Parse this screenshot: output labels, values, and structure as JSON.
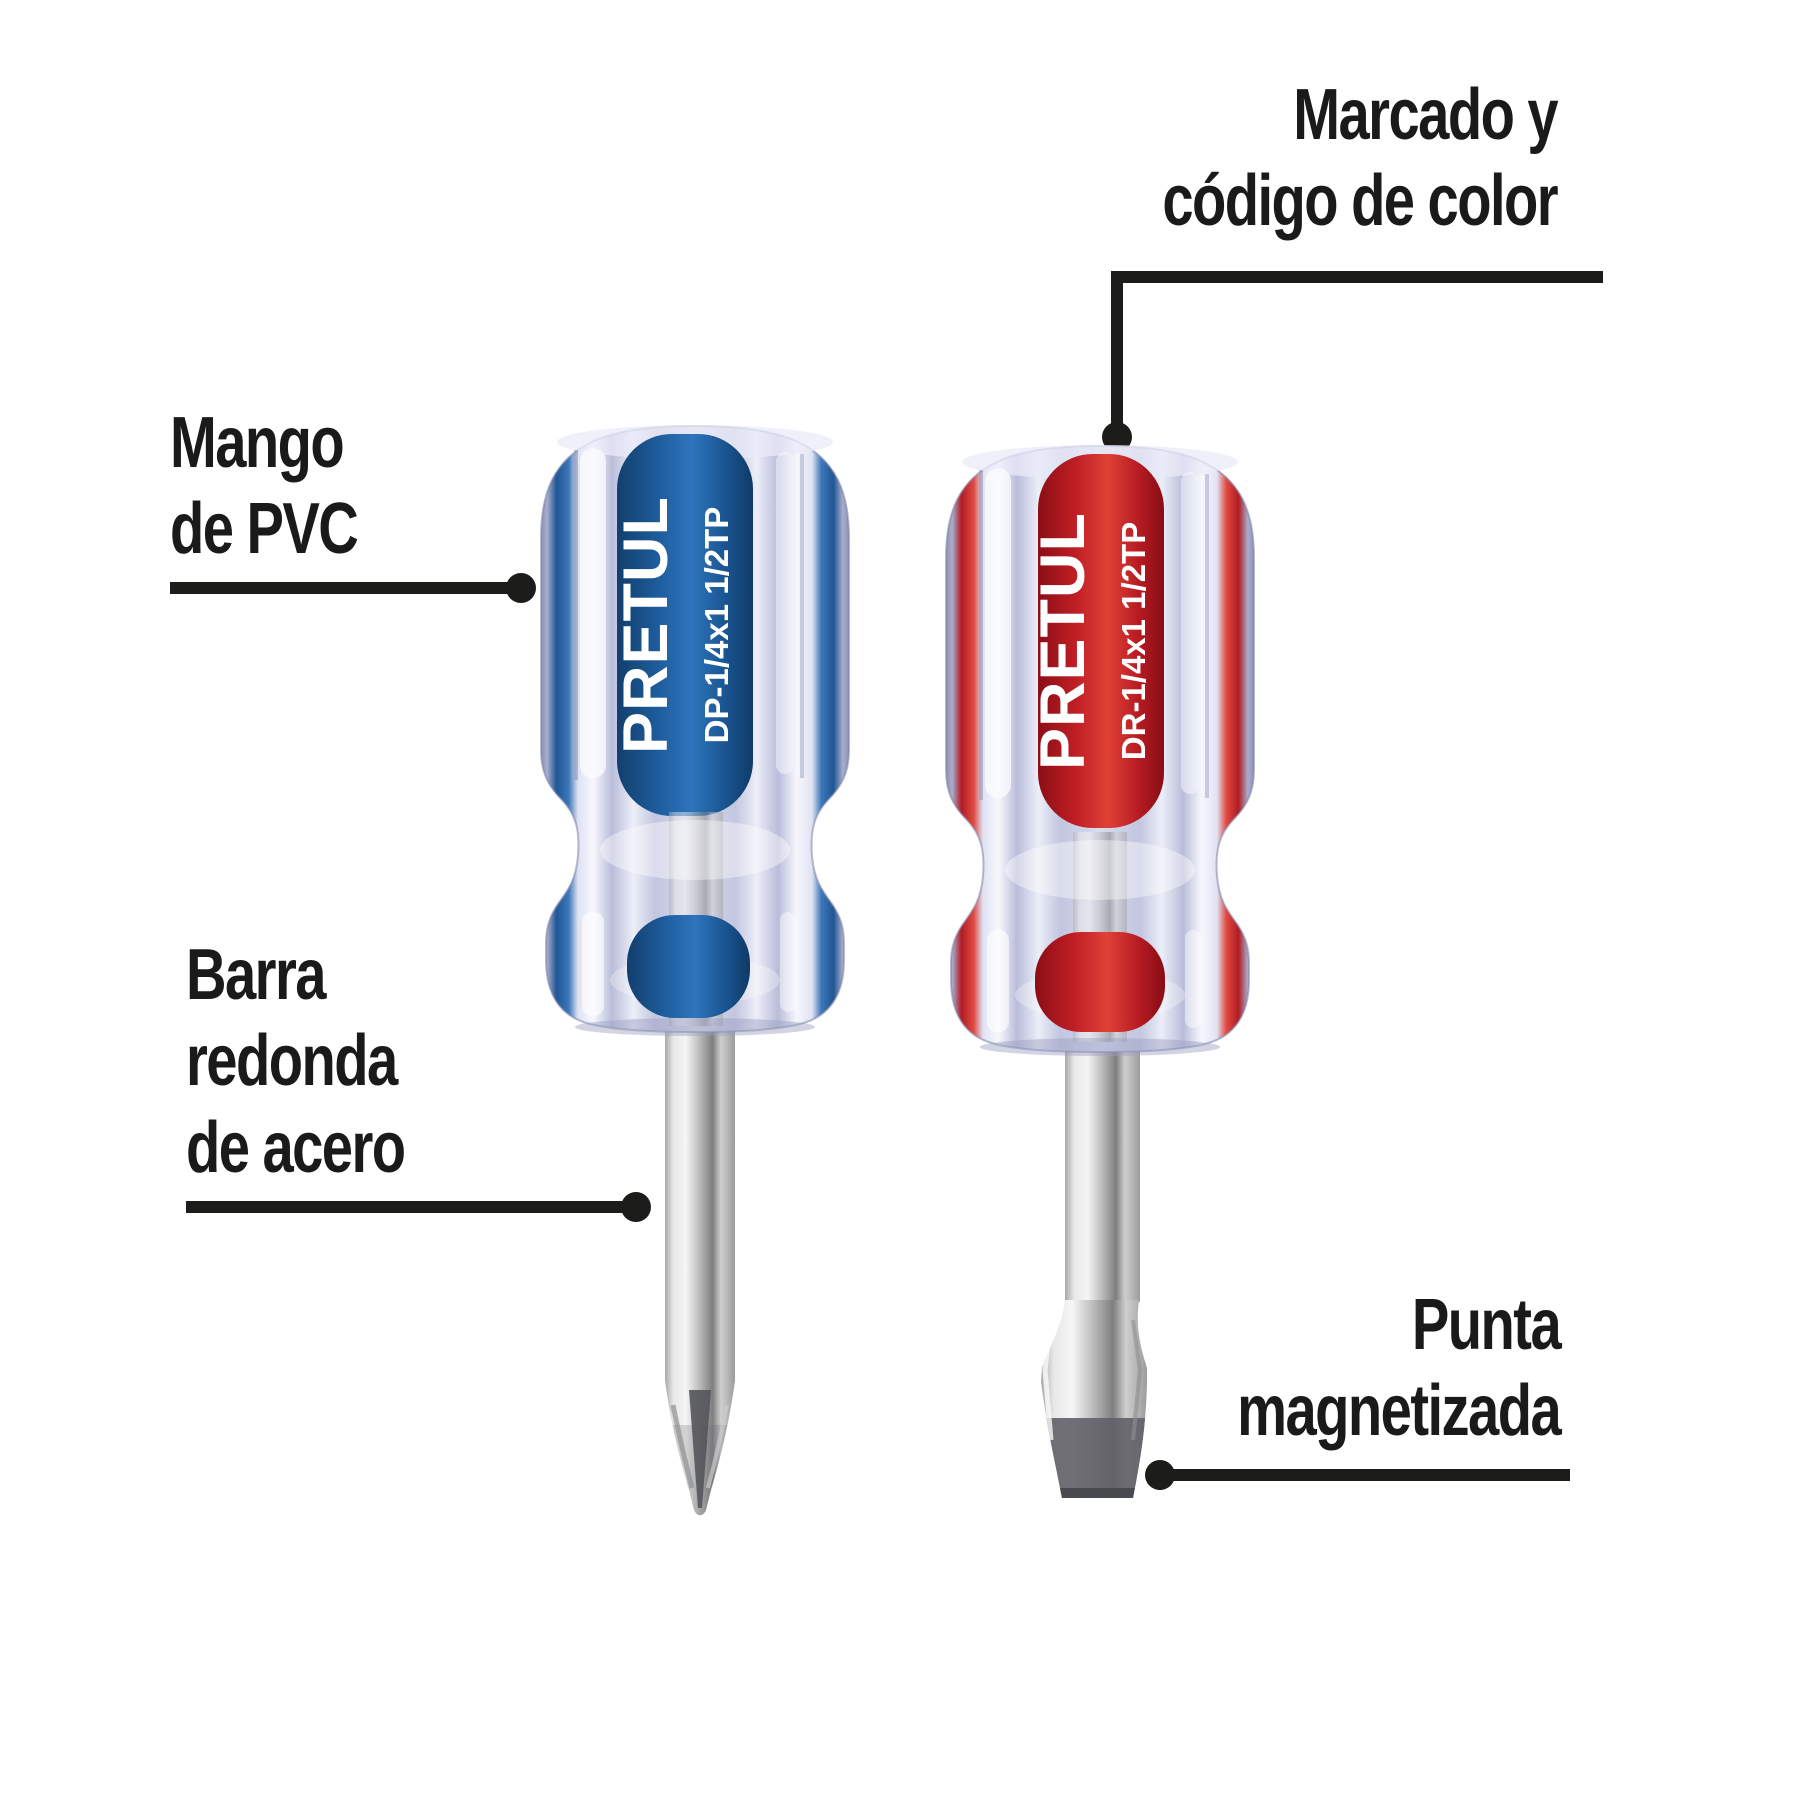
{
  "page": {
    "background": "#ffffff"
  },
  "callouts": {
    "marking": {
      "lines": [
        "Marcado y",
        "código de color"
      ]
    },
    "handle": {
      "lines": [
        "Mango",
        "de PVC"
      ]
    },
    "bar": {
      "lines": [
        "Barra",
        "redonda",
        "de acero"
      ]
    },
    "tip": {
      "lines": [
        "Punta",
        "magnetizada"
      ]
    }
  },
  "screwdrivers": [
    {
      "brand": "PRETUL",
      "model": "DP-1/4x1 1/2TP",
      "handle_color": "#1d5c9e",
      "tip_type": "phillips"
    },
    {
      "brand": "PRETUL",
      "model": "DR-1/4x1 1/2TP",
      "handle_color": "#d0202a",
      "tip_type": "flat"
    }
  ],
  "style": {
    "callout_color": "#1c1c1a",
    "text_color": "#1a1a1a",
    "brand_text_color": "#ffffff"
  }
}
